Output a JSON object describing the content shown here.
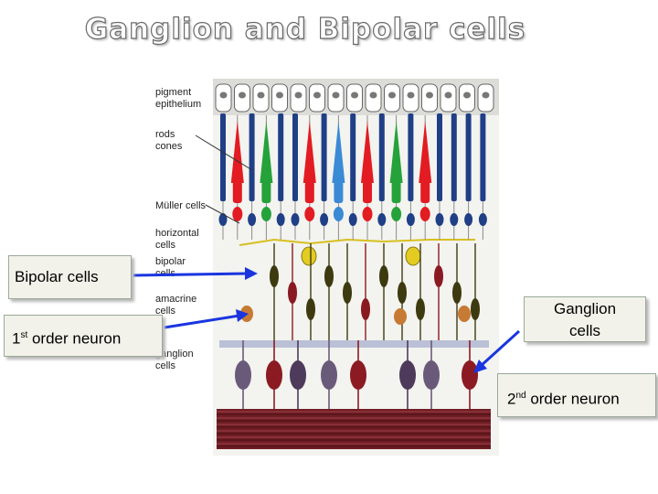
{
  "title": "Ganglion and Bipolar cells",
  "diagram": {
    "layer_labels": [
      "pigment",
      "epithelium",
      "rods",
      "cones",
      "Müller cells",
      "horizontal",
      "cells",
      "bipolar",
      "cells",
      "amacrine",
      "cells",
      "ganglion",
      "cells"
    ]
  },
  "callouts": {
    "bipolar": "Bipolar cells",
    "first_order_base": "1",
    "first_order_sup": "st",
    "first_order_rest": " order neuron",
    "ganglion_line1": "Ganglion",
    "ganglion_line2": "cells",
    "second_order_base": "2",
    "second_order_sup": "nd",
    "second_order_rest": " order neuron"
  },
  "colors": {
    "arrow": "#1a35e0",
    "rod": "#1f3f86",
    "red_cone": "#e21c22",
    "green_cone": "#25a23a",
    "blue_cone": "#3a8ad6",
    "nerve_fiber": "#6e1e24"
  }
}
